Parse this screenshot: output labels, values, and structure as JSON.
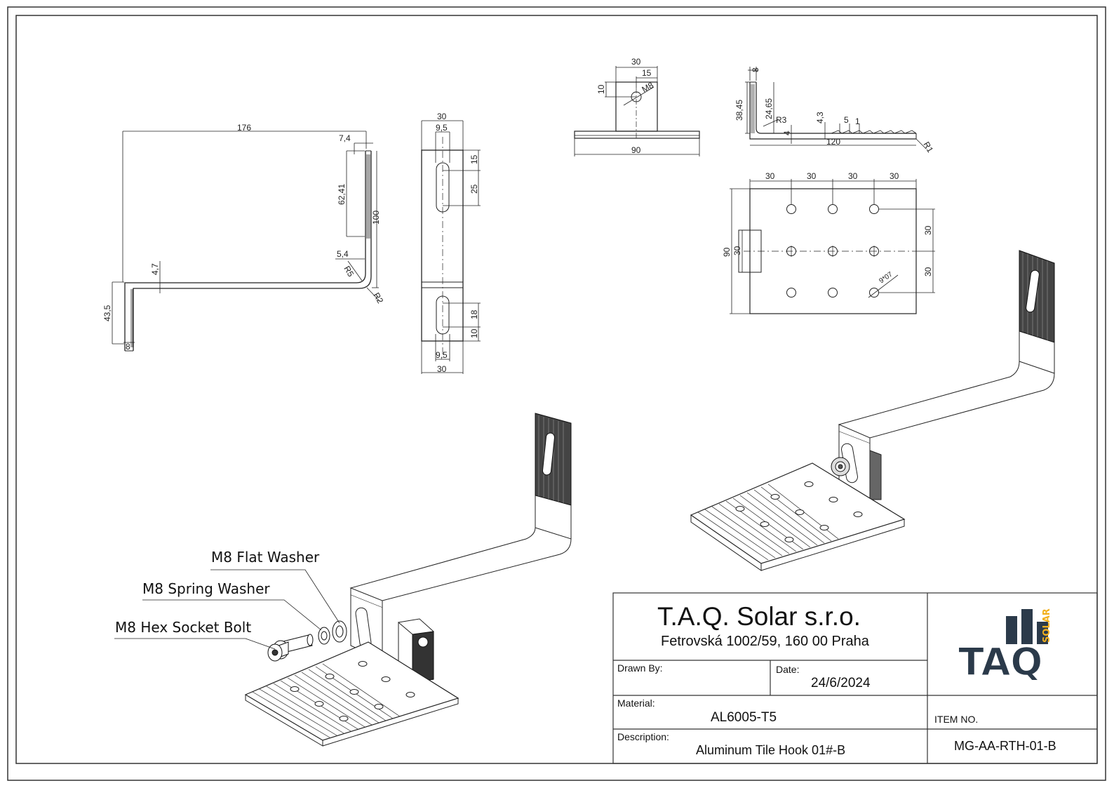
{
  "callouts": {
    "flat_washer": "M8 Flat Washer",
    "spring_washer": "M8 Spring Washer",
    "bolt": "M8 Hex Socket Bolt"
  },
  "side_view": {
    "total_length": "176",
    "thickness_top": "7,4",
    "serration_height": "62,41",
    "upright_height": "100",
    "offset": "5,4",
    "inner_radius": "R5",
    "outer_radius": "R2",
    "step": "4,7",
    "foot_height": "43,5",
    "foot_thickness": "8"
  },
  "front_view": {
    "top_width": "30",
    "slot_width_top": "9,5",
    "slot_offset": "15",
    "slot_length": "25",
    "slot_offset_bottom": "18",
    "slot_width_bottom": "10",
    "slot_width_bottom_2": "9,5",
    "bottom_width": "30"
  },
  "base_front_view": {
    "top_width": "30",
    "half_width": "15",
    "height": "10",
    "thread": "M8",
    "base_width": "90"
  },
  "base_side_view": {
    "thickness": "8",
    "height": "38,45",
    "inner_height": "24,65",
    "radius": "R3",
    "step": "4",
    "tooth_height": "4,3",
    "tooth_pitch": "5",
    "tooth_width": "1",
    "length": "120",
    "tip_radius": "R1"
  },
  "plate_view": {
    "spacing": [
      "30",
      "30",
      "30",
      "30"
    ],
    "height": "90",
    "block_height": "30",
    "row_spacing_upper": "30",
    "row_spacing_lower": "30",
    "hole": "9*07"
  },
  "title_block": {
    "company": "T.A.Q. Solar s.r.o.",
    "address": "Fetrovská 1002/59, 160 00 Praha",
    "drawn_by_label": "Drawn By:",
    "drawn_by_value": "",
    "date_label": "Date:",
    "date_value": "24/6/2024",
    "material_label": "Material:",
    "material_value": "AL6005-T5",
    "description_label": "Description:",
    "description_value": "Aluminum Tile Hook 01#-B",
    "item_label": "ITEM NO.",
    "item_value": "MG-AA-RTH-01-B",
    "logo_text": "TAQ",
    "logo_subtext": "SOLAR"
  },
  "colors": {
    "line": "#222222",
    "logo_dark": "#2b3a4a",
    "logo_accent": "#f2b01e"
  }
}
